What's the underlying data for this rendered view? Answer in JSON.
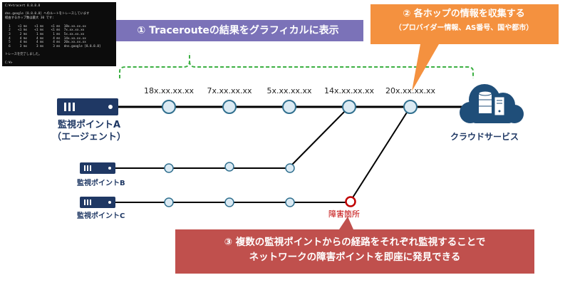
{
  "terminal": {
    "lines": [
      "C:¥>tracert 8.8.8.8",
      "",
      "dns.google [8.8.8.8] へのルートをトレースしています",
      "経由するホップ数は最大 30 です:",
      "",
      "  1    <1 ms    <1 ms    <1 ms  18x.xx.xx.xx",
      "  2    <1 ms    <1 ms    <1 ms  7x.xx.xx.xx",
      "  3     2 ms     1 ms     1 ms  5x.xx.xx.xx",
      "  4     4 ms     4 ms     4 ms  14x.xx.xx.xx",
      "  5     4 ms     4 ms     4 ms  20x.xx.xx.xx",
      "  6     3 ms     3 ms     3 ms  dns.google [8.8.8.8]",
      "",
      "トレースを完了しました。",
      "",
      "C:¥>"
    ]
  },
  "callouts": {
    "c1": {
      "text": "① Tracerouteの結果をグラフィカルに表示"
    },
    "c2": {
      "title": "② 各ホップの情報を収集する",
      "subtitle": "（プロバイダー情報、AS番号、国や都市）"
    },
    "c3": {
      "line1": "③ 複数の監視ポイントからの経路をそれぞれ監視することで",
      "line2": "ネットワークの障害ポイントを即座に発見できる"
    }
  },
  "hops": [
    {
      "label": "18x.xx.xx.xx"
    },
    {
      "label": "7x.xx.xx.xx"
    },
    {
      "label": "5x.xx.xx.xx"
    },
    {
      "label": "14x.xx.xx.xx"
    },
    {
      "label": "20x.xx.xx.xx"
    }
  ],
  "points": {
    "a": {
      "line1": "監視ポイントA",
      "line2": "（エージェント）"
    },
    "b": {
      "label": "監視ポイントB"
    },
    "c": {
      "label": "監視ポイントC"
    }
  },
  "cloud": {
    "label": "クラウドサービス"
  },
  "fault": {
    "label": "障害箇所"
  },
  "colors": {
    "callout1": "#7b72b8",
    "callout2": "#f4913f",
    "callout3": "#c0504d",
    "server": "#1f3864",
    "cloud": "#1f4e79",
    "node_fill": "#dbeaf3",
    "node_stroke": "#31708f",
    "fault": "#c00000",
    "dashed": "#3cb043",
    "line": "#000000"
  }
}
